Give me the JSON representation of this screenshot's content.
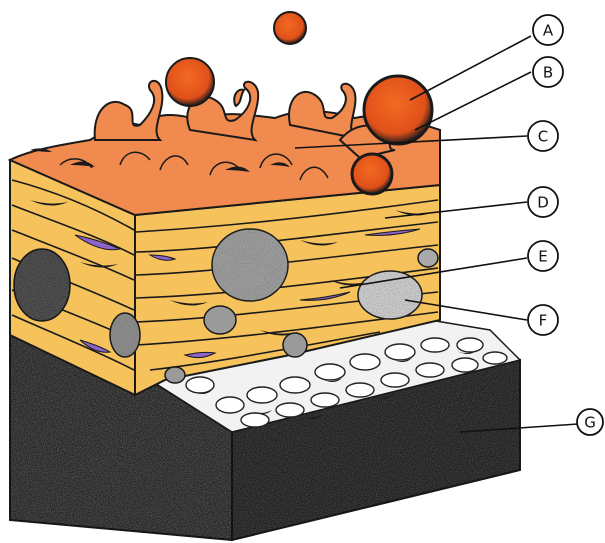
{
  "diagram": {
    "callouts": [
      {
        "id": "A",
        "label": "A"
      },
      {
        "id": "B",
        "label": "B"
      },
      {
        "id": "C",
        "label": "C"
      },
      {
        "id": "D",
        "label": "D"
      },
      {
        "id": "E",
        "label": "E"
      },
      {
        "id": "F",
        "label": "F"
      },
      {
        "id": "G",
        "label": "G"
      }
    ],
    "colors": {
      "surface_orange": "#f08a4e",
      "droplet_orange": "#e8561a",
      "fiber_yellow": "#f5c25c",
      "purple_cells": "#8b63c9",
      "gray_cell": "#9a9a9a",
      "dark_base": "#3a3a3a",
      "outline": "#1a1a1a"
    }
  }
}
